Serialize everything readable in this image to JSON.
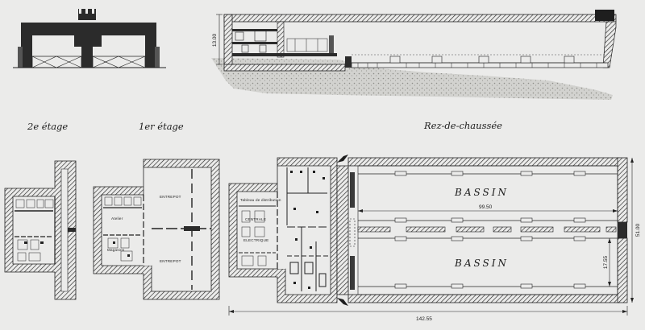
{
  "section_labels": {
    "second_floor": "2e étage",
    "first_floor": "1er étage",
    "ground_floor": "Rez-de-chaussée"
  },
  "room_labels": {
    "atelier": "Atelier",
    "magasins": "Magasins",
    "entrepot_top": "ENTREPOT",
    "entrepot_bottom": "ENTREPOT",
    "tableau": "Tableau de distribution",
    "centrale": "CENTRALE",
    "electrique": "ELECTRIQUE",
    "bassin_top": "BASSIN",
    "bassin_bottom": "BASSIN"
  },
  "dimensions": {
    "section_height": "13.00",
    "basin_length": "99.50",
    "basin_width": "17.55",
    "total_width": "51.00",
    "total_length": "142.55"
  },
  "colors": {
    "ink": "#1a1a1a",
    "paper": "#ebebea",
    "hatch": "#2a2a2a",
    "ground": "#c9c9c6"
  }
}
